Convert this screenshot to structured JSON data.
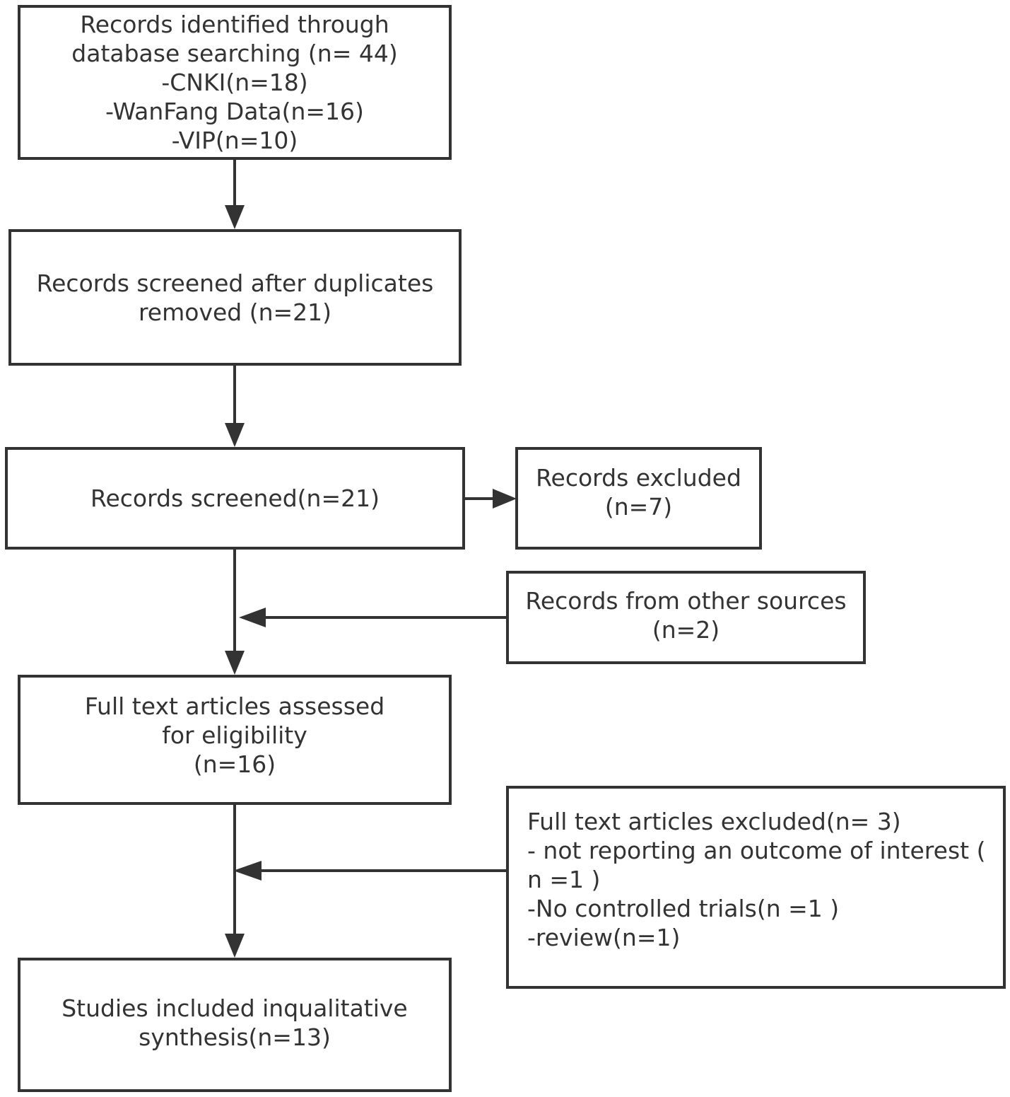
{
  "nodes": {
    "identified": {
      "lines": [
        "Records identified through",
        "database searching (n= 44)",
        "-CNKI(n=18)",
        "-WanFang Data(n=16)",
        "-VIP(n=10)"
      ]
    },
    "screened_after_duplicates": {
      "lines": [
        "Records screened after duplicates",
        "removed (n=21)"
      ]
    },
    "screened": {
      "lines": [
        "Records screened(n=21)"
      ]
    },
    "excluded": {
      "lines": [
        "Records excluded",
        "(n=7)"
      ]
    },
    "other_sources": {
      "lines": [
        "Records from other sources",
        "(n=2)"
      ]
    },
    "full_text_assessed": {
      "lines": [
        "Full text articles assessed",
        "for eligibility",
        "(n=16)"
      ]
    },
    "full_text_excluded": {
      "lines": [
        "Full text articles excluded(n= 3)",
        "- not reporting an outcome of interest (",
        "n =1 )",
        "-No controlled trials(n =1 )",
        "-review(n=1)"
      ]
    },
    "included": {
      "lines": [
        "Studies included inqualitative",
        "synthesis(n=13)"
      ]
    }
  },
  "style": {
    "stroke_color": "#333333",
    "background_color": "#ffffff"
  }
}
